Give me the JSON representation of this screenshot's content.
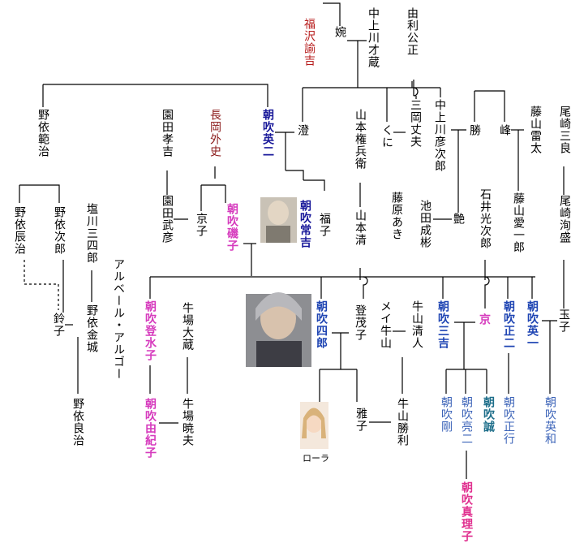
{
  "diagram": {
    "persons": {
      "fukuzawa": "福沢諭吉",
      "en": "婉",
      "nakakamigawa_saizo": "中上川才蔵",
      "yuri_kimimasa": "由利公正",
      "noyori_norij": "野依範治",
      "asabuki_eiji_sr": "朝吹英二",
      "sumi": "澄",
      "kuni": "くに",
      "mioka_takeo": "三岡丈夫",
      "nakakamigawa_hikojiro": "中上川彦次郎",
      "masaru": "勝",
      "mine": "峰",
      "fujiyama_raita": "藤山雷太",
      "ozaki_saburo": "尾崎三良",
      "sonoda_kokichi": "園田孝吉",
      "nagaoka_sotofumi": "長岡外史",
      "yamamoto_gonbee": "山本権兵衛",
      "ishii_mitsujiro": "石井光次郎",
      "fujiyama_aiichiro": "藤山愛一郎",
      "ozaki_hiromori": "尾崎洵盛",
      "noyori_tatsuji": "野依辰治",
      "noyori_jiro": "野依次郎",
      "shiokawa_saburo": "塩川三四郎",
      "sonoda_takehiko": "園田武彦",
      "kyoko_sr": "京子",
      "asabuki_isoko": "朝吹磯子",
      "asabuki_tsuneyoshi": "朝吹常吉",
      "fukuko": "福子",
      "fujiwara_aki": "藤原あき",
      "ikeda_shigeaki": "池田成彬",
      "tsuya": "艶",
      "yamamoto_kiyoshi": "山本清",
      "albert_algoud": "アルベール・アルゴー",
      "noyori_kinjo": "野依金城",
      "suzuko": "鈴子",
      "ushiba_daizo": "牛場大蔵",
      "asabuki_tomiko": "朝吹登水子",
      "asabuki_shiro": "朝吹四郎",
      "tomoko": "登茂子",
      "mei_ushiyama": "メイ牛山",
      "ushiyama_kiyoto": "牛山清人",
      "asabuki_sankichi": "朝吹三吉",
      "kyo": "京",
      "asabuki_shoji": "朝吹正二",
      "asabuki_eiichi": "朝吹英一",
      "tamako": "玉子",
      "noyori_yoshiharu": "野依良治",
      "asabuki_yukiko": "朝吹由紀子",
      "ushiba_akio": "牛場暁夫",
      "masako": "雅子",
      "ushiyama_katsutoshi": "牛山勝利",
      "asabuki_tsuyoshi": "朝吹剛",
      "asabuki_ryoji": "朝吹亮二",
      "asabuki_makoto": "朝吹誠",
      "asabuki_masayuki": "朝吹正行",
      "asabuki_hidekazu": "朝吹英和",
      "asabuki_mariko": "朝吹真理子"
    },
    "photo_captions": {
      "rola": "ローラ"
    },
    "colors": {
      "red": "#b71c1c",
      "navy": "#1a1a9a",
      "blue": "#3b63b8",
      "magenta": "#d63bbd",
      "pink": "#e0308f",
      "teal": "#1e6e8a",
      "line": "#000000"
    }
  }
}
